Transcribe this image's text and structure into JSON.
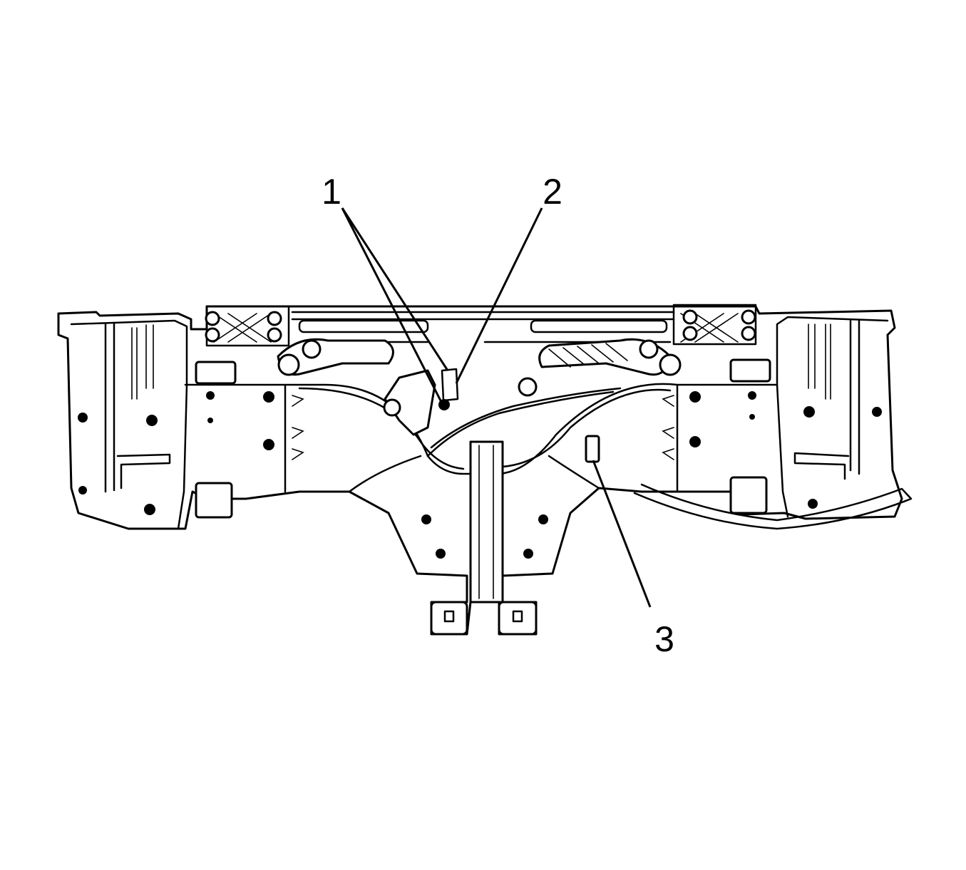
{
  "figure": {
    "callouts": [
      {
        "label": "1"
      },
      {
        "label": "2"
      },
      {
        "label": "3"
      }
    ],
    "colors": {
      "line": "#000000",
      "background": "#ffffff"
    }
  }
}
